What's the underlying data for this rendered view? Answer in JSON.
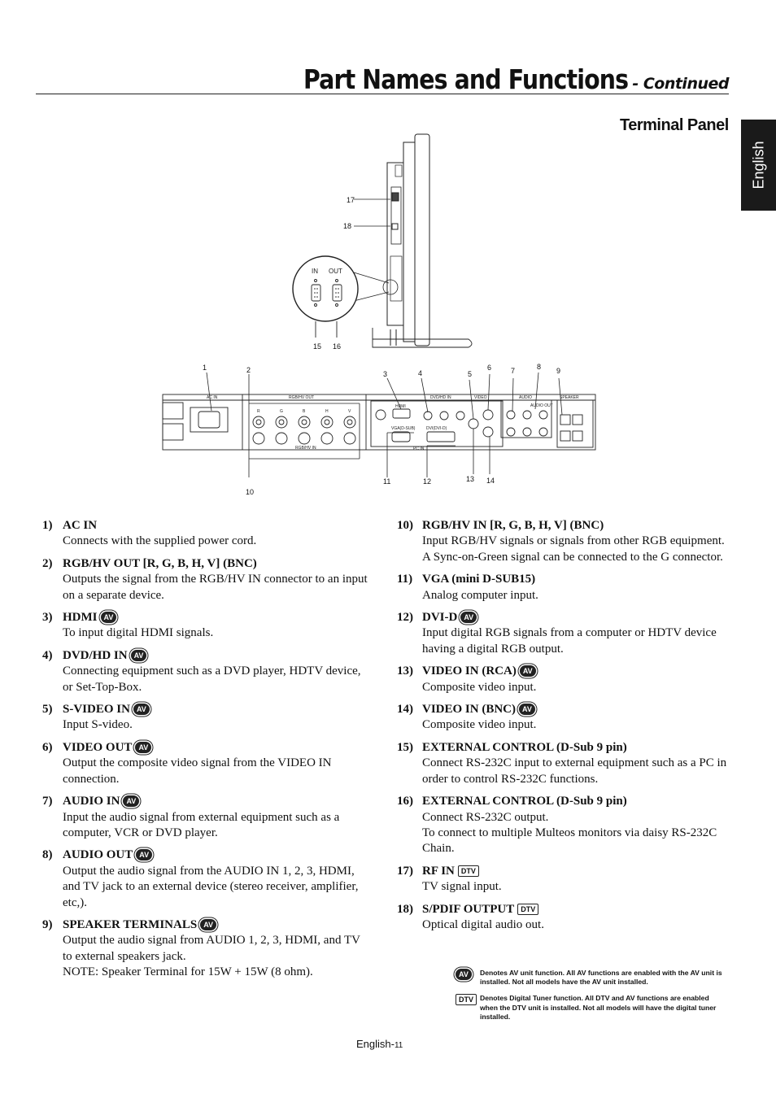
{
  "header": {
    "title": "Part Names and Functions",
    "title_suffix": "- Continued",
    "section": "Terminal Panel",
    "language_tab": "English"
  },
  "diagram": {
    "callouts": [
      "1",
      "2",
      "3",
      "4",
      "5",
      "6",
      "7",
      "8",
      "9",
      "10",
      "11",
      "12",
      "13",
      "14",
      "15",
      "16",
      "17",
      "18"
    ],
    "zoom_labels": {
      "in": "IN",
      "out": "OUT"
    },
    "panel_labels": {
      "ac_in": "AC IN",
      "rgbhv_out": "RGB/HV OUT",
      "rgbhv_in": "RGB/HV IN",
      "hdmi": "HDMI",
      "vga": "VGA(D-SUB)",
      "dvi": "DVI(DVI-D)",
      "pc_in": "PC IN",
      "dvd_hd_in": "DVD/HD IN",
      "video": "VIDEO",
      "audio": "AUDIO",
      "audio_out": "AUDIO OUT",
      "speaker": "SPEAKER",
      "rgbhv_letters": [
        "R",
        "G",
        "B",
        "H",
        "V"
      ]
    }
  },
  "items_left": [
    {
      "num": "1)",
      "head": "AC IN",
      "badge": "",
      "body": "Connects with the supplied power cord."
    },
    {
      "num": "2)",
      "head": "RGB/HV OUT [R, G, B, H, V] (BNC)",
      "badge": "",
      "body": "Outputs the signal from the RGB/HV IN connector to an input on a separate device."
    },
    {
      "num": "3)",
      "head": "HDMI",
      "badge": "AV",
      "body": "To input digital HDMI signals."
    },
    {
      "num": "4)",
      "head": "DVD/HD IN",
      "badge": "AV",
      "body": "Connecting equipment such as a DVD player, HDTV device, or Set-Top-Box."
    },
    {
      "num": "5)",
      "head": "S-VIDEO IN",
      "badge": "AV",
      "body": "Input S-video."
    },
    {
      "num": "6)",
      "head": "VIDEO OUT",
      "badge": "AV",
      "body": "Output the composite video signal from the VIDEO IN connection."
    },
    {
      "num": "7)",
      "head": "AUDIO IN",
      "badge": "AV",
      "body": "Input the audio signal from external equipment such as a computer, VCR or DVD player."
    },
    {
      "num": "8)",
      "head": "AUDIO OUT",
      "badge": "AV",
      "body": "Output the audio signal from the AUDIO IN 1, 2, 3, HDMI, and TV jack to an external device (stereo receiver, amplifier, etc,)."
    },
    {
      "num": "9)",
      "head": "SPEAKER TERMINALS",
      "badge": "AV",
      "body": "Output the audio signal from AUDIO 1, 2, 3, HDMI, and TV to external speakers jack.\nNOTE: Speaker Terminal for 15W + 15W (8 ohm)."
    }
  ],
  "items_right": [
    {
      "num": "10)",
      "head": "RGB/HV IN [R, G, B, H, V] (BNC)",
      "badge": "",
      "body": "Input RGB/HV signals or signals from other RGB equipment. A Sync-on-Green signal can be connected to the G connector."
    },
    {
      "num": "11)",
      "head": "VGA (mini D-SUB15)",
      "badge": "",
      "body": "Analog computer input."
    },
    {
      "num": "12)",
      "head": "DVI-D",
      "badge": "AV",
      "body": "Input digital RGB signals from a computer or HDTV device having a digital RGB output."
    },
    {
      "num": "13)",
      "head": "VIDEO IN (RCA)",
      "badge": "AV",
      "body": "Composite video input."
    },
    {
      "num": "14)",
      "head": "VIDEO IN (BNC)",
      "badge": "AV",
      "body": "Composite video input."
    },
    {
      "num": "15)",
      "head": "EXTERNAL CONTROL (D-Sub 9 pin)",
      "badge": "",
      "body": "Connect RS-232C input to external equipment such as a PC in order to control RS-232C functions."
    },
    {
      "num": "16)",
      "head": "EXTERNAL CONTROL (D-Sub 9 pin)",
      "badge": "",
      "body": "Connect RS-232C output.\nTo connect to multiple Multeos monitors via daisy RS-232C Chain."
    },
    {
      "num": "17)",
      "head": "RF IN",
      "badge": "DTV",
      "body": "TV signal input."
    },
    {
      "num": "18)",
      "head": "S/PDIF OUTPUT",
      "badge": "DTV",
      "body": "Optical digital audio out."
    }
  ],
  "notes": [
    {
      "badge": "AV",
      "text": "Denotes AV unit function. All AV functions are enabled with the AV unit is installed. Not all models have the AV unit installed."
    },
    {
      "badge": "DTV",
      "text": "Denotes Digital Tuner function. All DTV and AV functions are enabled when the DTV unit is installed. Not all models will have the digital tuner installed."
    }
  ],
  "footer": {
    "label": "English-",
    "page": "11"
  }
}
